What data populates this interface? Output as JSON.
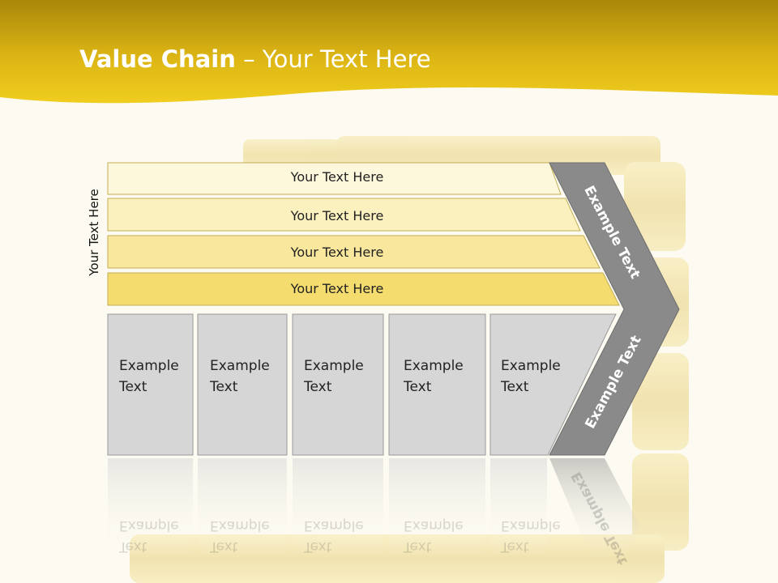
{
  "title": {
    "bold": "Value Chain",
    "rest": " – Your Text Here"
  },
  "side_label": "Your Text Here",
  "bars": [
    {
      "label": "Your Text Here",
      "color": "#fdf8dc"
    },
    {
      "label": "Your Text Here",
      "color": "#fbf1bf"
    },
    {
      "label": "Your Text Here",
      "color": "#f8e79c"
    },
    {
      "label": "Your Text Here",
      "color": "#f4dc6e"
    }
  ],
  "boxes": [
    {
      "line1": "Example",
      "line2": "Text"
    },
    {
      "line1": "Example",
      "line2": "Text"
    },
    {
      "line1": "Example",
      "line2": "Text"
    },
    {
      "line1": "Example",
      "line2": "Text"
    },
    {
      "line1": "Example",
      "line2": "Text"
    }
  ],
  "chevron": {
    "upper": "Example Text",
    "lower": "Example Text"
  },
  "colors": {
    "header_gold": "#e8c21a",
    "background": "#fdfbf1",
    "box_gray": "#d6d6d6",
    "chevron_gray": "#8a8a8a"
  }
}
